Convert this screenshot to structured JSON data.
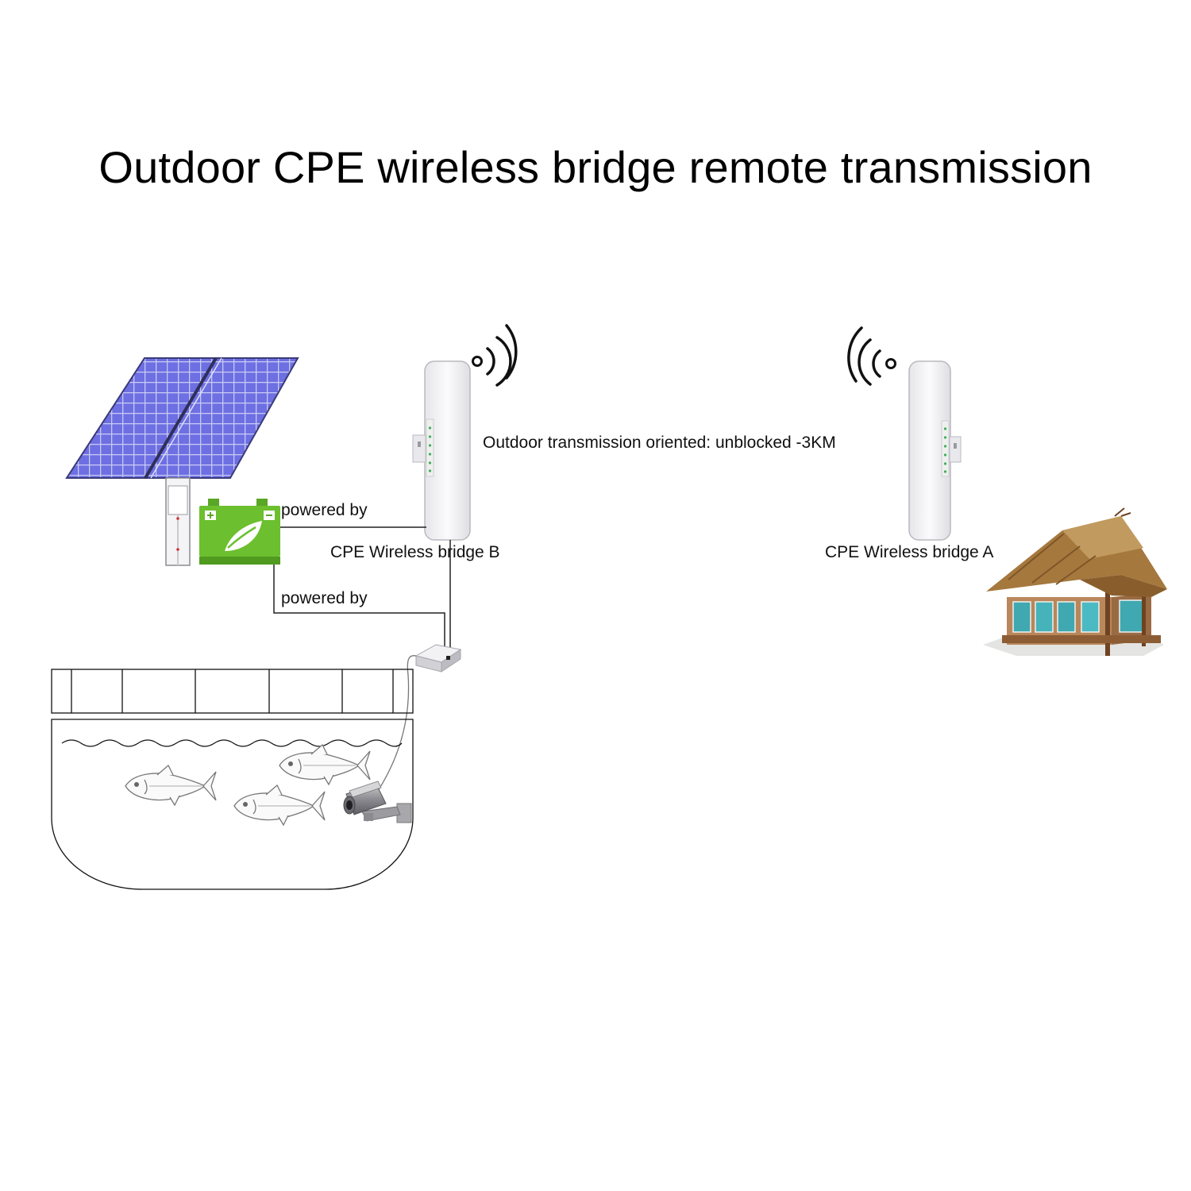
{
  "title": "Outdoor CPE wireless bridge remote transmission",
  "labels": {
    "transmission": "Outdoor transmission oriented: unblocked -3KM",
    "bridge_b": "CPE Wireless bridge B",
    "bridge_a": "CPE Wireless bridge A",
    "powered_by_top": "powered by",
    "powered_by_bottom": "powered by"
  },
  "icons": [
    "solar-panel-icon",
    "battery-icon",
    "cpe-device-icon",
    "wifi-signal-icon",
    "house-icon",
    "poe-box-icon",
    "camera-icon",
    "fish-icon",
    "fish-pond-icon"
  ],
  "colors": {
    "battery": "#6cbf2e",
    "solar": "#6a6ee0",
    "device": "#f3f3f6",
    "roof": "#a5783e",
    "glass": "#3fa8b0"
  }
}
